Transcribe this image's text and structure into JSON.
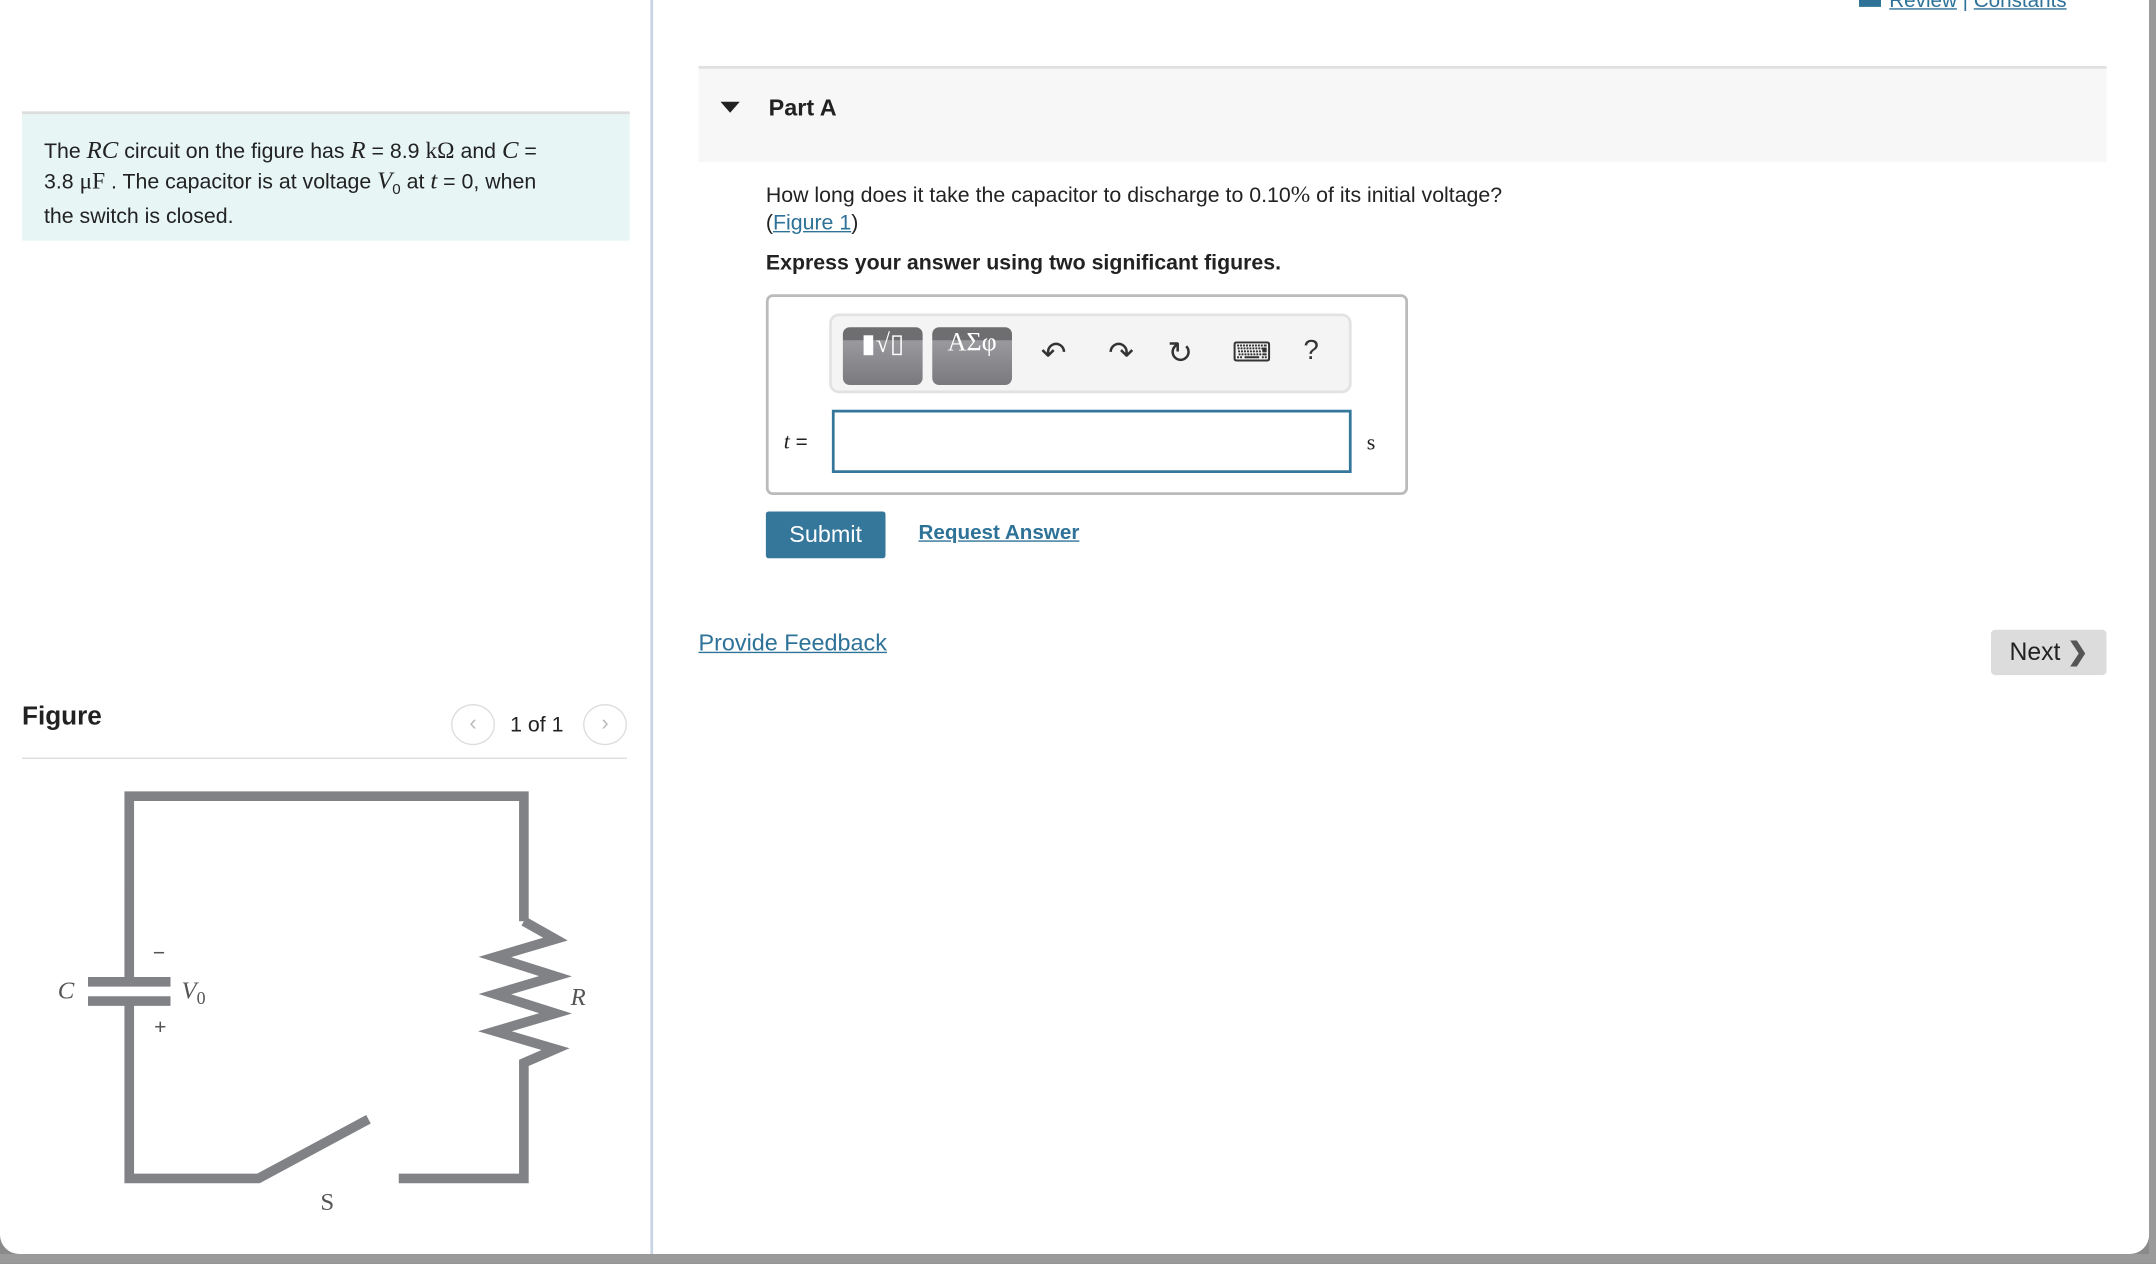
{
  "header": {
    "review_label": "Review",
    "separator": "|",
    "constants_label": "Constants",
    "review_icon": "book-icon"
  },
  "problem": {
    "t1": "The ",
    "rc": "RC",
    "t2": " circuit on the figure has ",
    "R": "R",
    "eq1": " = 8.9 ",
    "kohm": "kΩ",
    "t3": " and ",
    "C": "C",
    "eq2": " =",
    "t4": "3.8 ",
    "uF": "μF",
    "t5": " . The capacitor is at voltage ",
    "V": "V",
    "sub0": "0",
    "t6": " at ",
    "t": "t",
    "t7": " = 0, when",
    "t8": "the switch is closed."
  },
  "figure": {
    "title": "Figure",
    "counter": "1 of 1",
    "prev_icon": "chevron-left-icon",
    "next_icon": "chevron-right-icon",
    "labels": {
      "C": "C",
      "V0": "V",
      "V0_sub": "0",
      "minus": "−",
      "plus": "+",
      "R": "R",
      "S": "S"
    }
  },
  "part": {
    "label": "Part A",
    "question": "How long does it take the capacitor to discharge to 0.10",
    "percent": "%",
    "question_end": " of its initial voltage?",
    "figure_link_open": "(",
    "figure_link": "Figure 1",
    "figure_link_close": ")",
    "instruction": "Express your answer using two significant figures.",
    "toolbar": {
      "templates": "▮√▯",
      "symbols": "ΑΣφ",
      "undo": "↶",
      "redo": "↷",
      "reset": "↻",
      "keyboard": "⌨",
      "help": "?"
    },
    "answer_var": "t",
    "answer_eq": " =",
    "answer_value": "",
    "unit": "s",
    "submit": "Submit",
    "request_answer": "Request Answer"
  },
  "footer": {
    "feedback": "Provide Feedback",
    "next": "Next",
    "next_icon": "chevron-right-icon"
  }
}
